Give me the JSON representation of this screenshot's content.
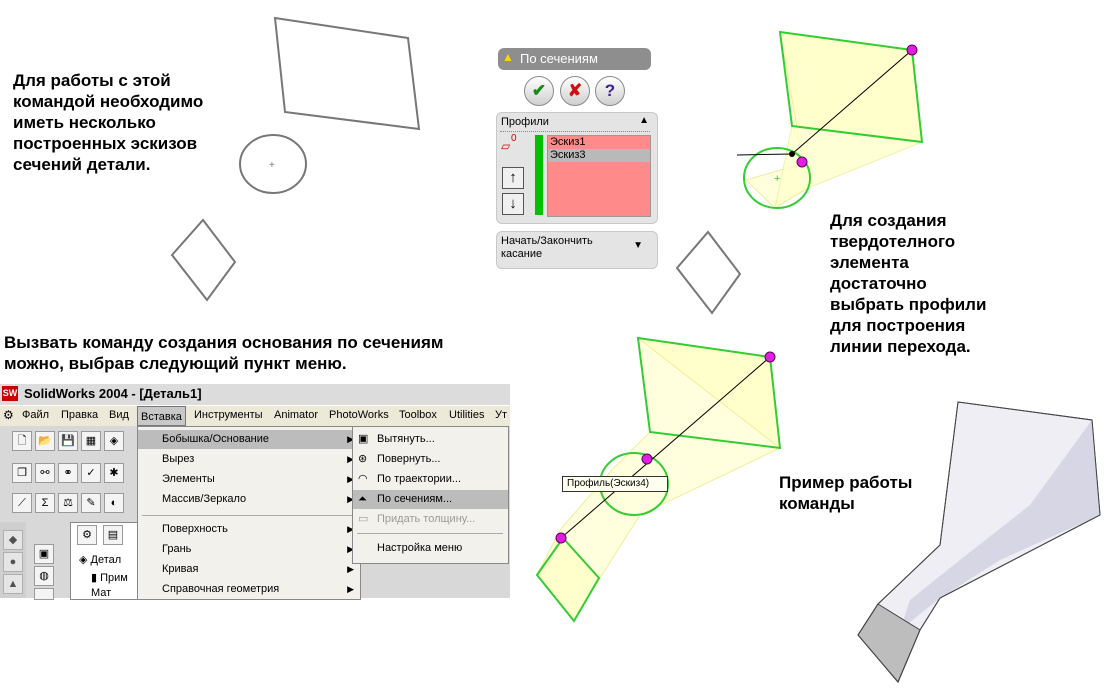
{
  "texts": {
    "intro": "Для работы с этой\nкомандой необходимо\nиметь несколько\nпостроенных эскизов\nсечений детали.",
    "menu_hint": "Вызвать команду создания основания по сечениям\nможно, выбрав следующий пункт меню.",
    "profiles_hint": "Для создания\nтвердотелного\nэлемента\nдостаточно\nвыбрать профили\nдля построения\nлинии перехода.",
    "example": "Пример работы\nкоманды"
  },
  "property_manager": {
    "title": "По сечениям",
    "ok_icon": "checkmark-icon",
    "cancel_icon": "cross-icon",
    "help_icon": "question-icon",
    "profiles_label": "Профили",
    "profiles": [
      "Эскиз1",
      "Эскиз3"
    ],
    "selected_index": 1,
    "start_end_label": "Начать/Закончить\nкасание",
    "profile_count_marker": "0",
    "listbox_color": "#ff8a8a",
    "indicator_color": "#00c000"
  },
  "sw_window": {
    "title": "SolidWorks 2004 - [Деталь1]",
    "menubar": [
      "Файл",
      "Правка",
      "Вид",
      "Вставка",
      "Инструменты",
      "Animator",
      "PhotoWorks",
      "Toolbox",
      "Utilities",
      "Ут"
    ],
    "active_menu": "Вставка",
    "insert_menu": [
      "Бобышка/Основание",
      "Вырез",
      "Элементы",
      "Массив/Зеркало",
      "Поверхность",
      "Грань",
      "Кривая",
      "Справочная геометрия"
    ],
    "submenu": [
      "Вытянуть...",
      "Повернуть...",
      "По траектории...",
      "По сечениям...",
      "Придать толщину...",
      "Настройка меню"
    ],
    "submenu_highlight": "По сечениям...",
    "tree_items": [
      "Детал",
      "Прим",
      "Мат"
    ]
  },
  "tooltip": "Профиль(Эскиз4)",
  "colors": {
    "sketch_green": "#33cc33",
    "loft_fill": "#ffffcc",
    "point_magenta": "#e020e0"
  }
}
